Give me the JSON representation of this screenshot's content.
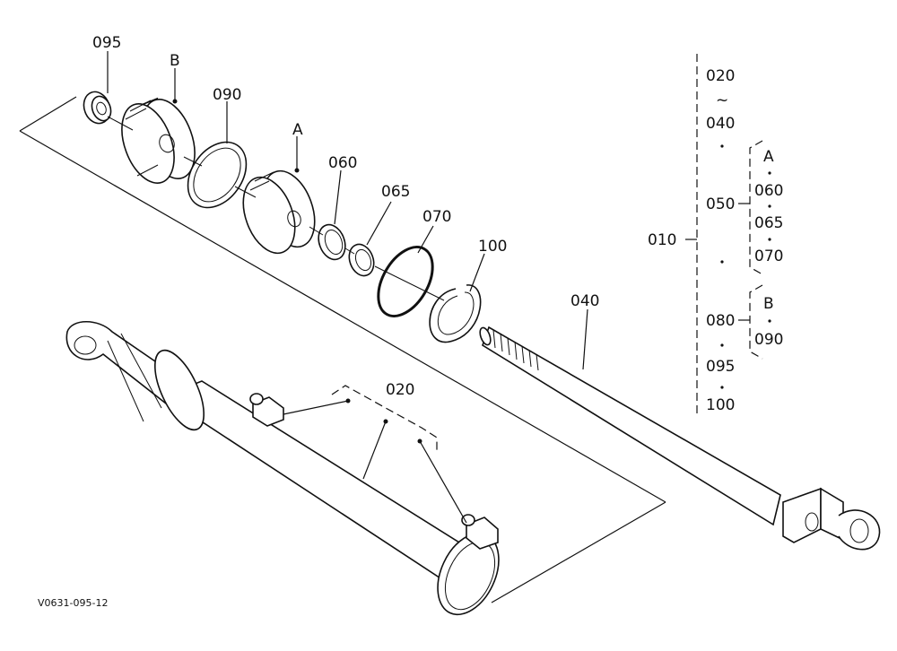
{
  "callouts": {
    "p095": "095",
    "pB": "B",
    "p090": "090",
    "pA": "A",
    "p060": "060",
    "p065": "065",
    "p070": "070",
    "p100": "100",
    "p040": "040",
    "p020": "020"
  },
  "legend": {
    "assembly": "010",
    "range_start": "020",
    "range_sep": "~",
    "range_end": "040",
    "item_050": "050",
    "group_a": {
      "name": "A",
      "items": [
        "060",
        "065",
        "070"
      ]
    },
    "item_080": "080",
    "group_b": {
      "name": "B",
      "items": [
        "090"
      ]
    },
    "item_095": "095",
    "item_100": "100"
  },
  "figure_code": "V0631-095-12"
}
